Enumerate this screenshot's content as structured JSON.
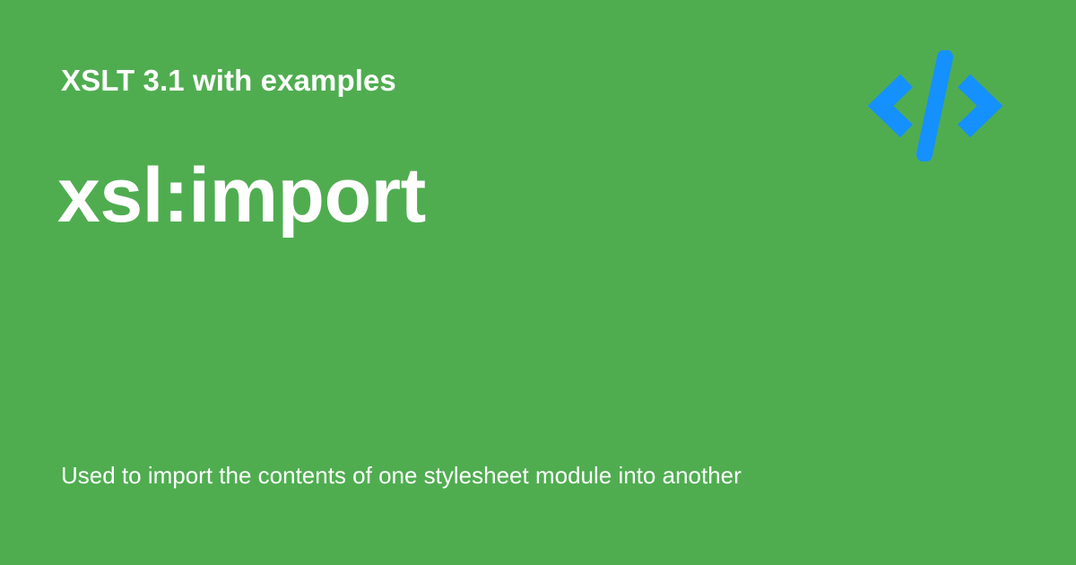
{
  "header": {
    "series_title": "XSLT 3.1 with examples"
  },
  "main": {
    "title": "xsl:import",
    "description": "Used to import the contents of one stylesheet module into another"
  },
  "logo": {
    "icon": "code-brackets-icon",
    "color": "#1590FF"
  },
  "colors": {
    "background": "#4FAD50",
    "text": "#FFFFFF"
  }
}
